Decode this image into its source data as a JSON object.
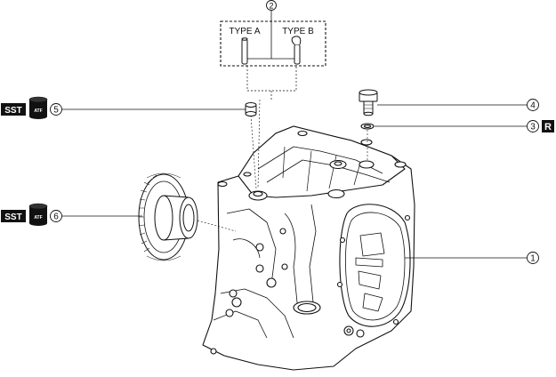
{
  "diagram": {
    "callouts": [
      {
        "id": "c1",
        "num": "1"
      },
      {
        "id": "c2",
        "num": "2"
      },
      {
        "id": "c3",
        "num": "3"
      },
      {
        "id": "c4",
        "num": "4"
      },
      {
        "id": "c5",
        "num": "5"
      },
      {
        "id": "c6",
        "num": "6"
      }
    ],
    "type_a_label": "TYPE A",
    "type_b_label": "TYPE B",
    "sst_label": "SST",
    "atf_label": "ATF",
    "replace_label": "R"
  },
  "colors": {
    "ink": "#111111",
    "badge_bg": "#111111",
    "badge_text": "#ffffff",
    "part_fill": "#ffffff"
  }
}
